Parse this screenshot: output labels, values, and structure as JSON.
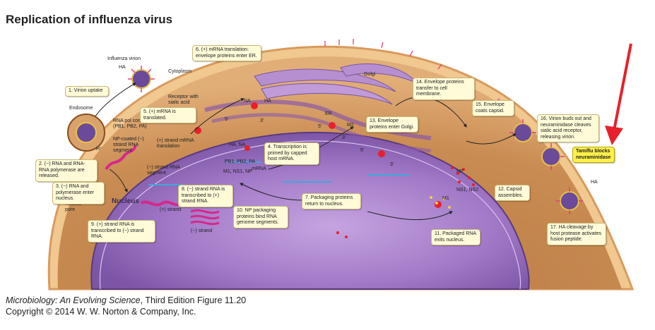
{
  "title": "Replication of influenza virus",
  "caption": {
    "book": "Microbiology: An Evolving Science",
    "edition": ", Third Edition  Figure 11.20",
    "copyright": "Copyright © 2014 W. W. Norton & Company, Inc."
  },
  "steps": [
    {
      "id": 1,
      "text": "1. Virion uptake"
    },
    {
      "id": 2,
      "text": "2. (−) RNA and RNA-RNA polymerase are released."
    },
    {
      "id": 3,
      "text": "3. (−) RNA and polymerase enter nucleus."
    },
    {
      "id": 4,
      "text": "4. Transcription is primed by capped host mRNA."
    },
    {
      "id": 5,
      "text": "5. (+) mRNA is translated."
    },
    {
      "id": 6,
      "text": "6. (+) mRNA translation: envelope proteins enter ER."
    },
    {
      "id": 7,
      "text": "7. Packaging proteins return to nucleus."
    },
    {
      "id": 8,
      "text": "8. (−) strand RNA is transcribed to (+) strand RNA."
    },
    {
      "id": 9,
      "text": "9. (+) strand RNA is transcribed to (−) strand RNA."
    },
    {
      "id": 10,
      "text": "10. NP packaging proteins bind RNA genome segments."
    },
    {
      "id": 11,
      "text": "11. Packaged RNA exits nucleus."
    },
    {
      "id": 12,
      "text": "12. Capsid assembles."
    },
    {
      "id": 13,
      "text": "13. Envelope proteins enter Golgi."
    },
    {
      "id": 14,
      "text": "14. Envelope proteins transfer to cell membrane."
    },
    {
      "id": 15,
      "text": "15. Envelope coats capsid."
    },
    {
      "id": 16,
      "text": "16. Virion buds out and neuraminidase cleaves sialic acid receptor, releasing virion."
    },
    {
      "id": 17,
      "text": "17. HA cleavage by host protease activates fusion peptide."
    }
  ],
  "tamiflu": "Tamiflu blocks neuraminidase",
  "labels": {
    "influenza_virion": "Influenza virion",
    "ha_top": "HA",
    "cytoplasm": "Cytoplasm",
    "golgi": "Golgi",
    "receptor": "Receptor with sialic acid",
    "na": "NA",
    "ha_mid": "HA",
    "endosome": "Endosome",
    "rna_pol": "RNA pol components (PB1, PB2, PA)",
    "np_coated": "NP-coated (−) strand RNA segment",
    "h_plus": "H⁺",
    "plus_mrna": "(+) strand mRNA translation",
    "ha_na": "HA, NA",
    "er": "ER",
    "m2": "M2",
    "pb": "PB1, PB2, PA",
    "m1ns1np": "M1, NS1, NP",
    "mrna": "mRNA",
    "minus_seg": "(−) strand RNA segment",
    "nucleus": "Nucleus",
    "nuclear_pore": "Nuclear pore",
    "plus_strand": "(+) strand",
    "minus_strand": "(−) strand",
    "np": "NP",
    "ns1ns2": "NS1, NS2",
    "m1": "M1",
    "ha_right": "HA",
    "five_prime_1": "5′",
    "five_prime_2": "5′",
    "five_prime_3": "5′",
    "three_prime_1": "3′",
    "three_prime_2": "3′",
    "three_prime_3": "3′"
  },
  "colors": {
    "cytoplasm": "#c8874a",
    "cell_edge": "#e6b07a",
    "nucleus": "#9a6fc0",
    "golgi": "#b58fd0",
    "arrow_red": "#e8202a",
    "callout": "#fffbd8",
    "tamiflu": "#fff04a"
  }
}
